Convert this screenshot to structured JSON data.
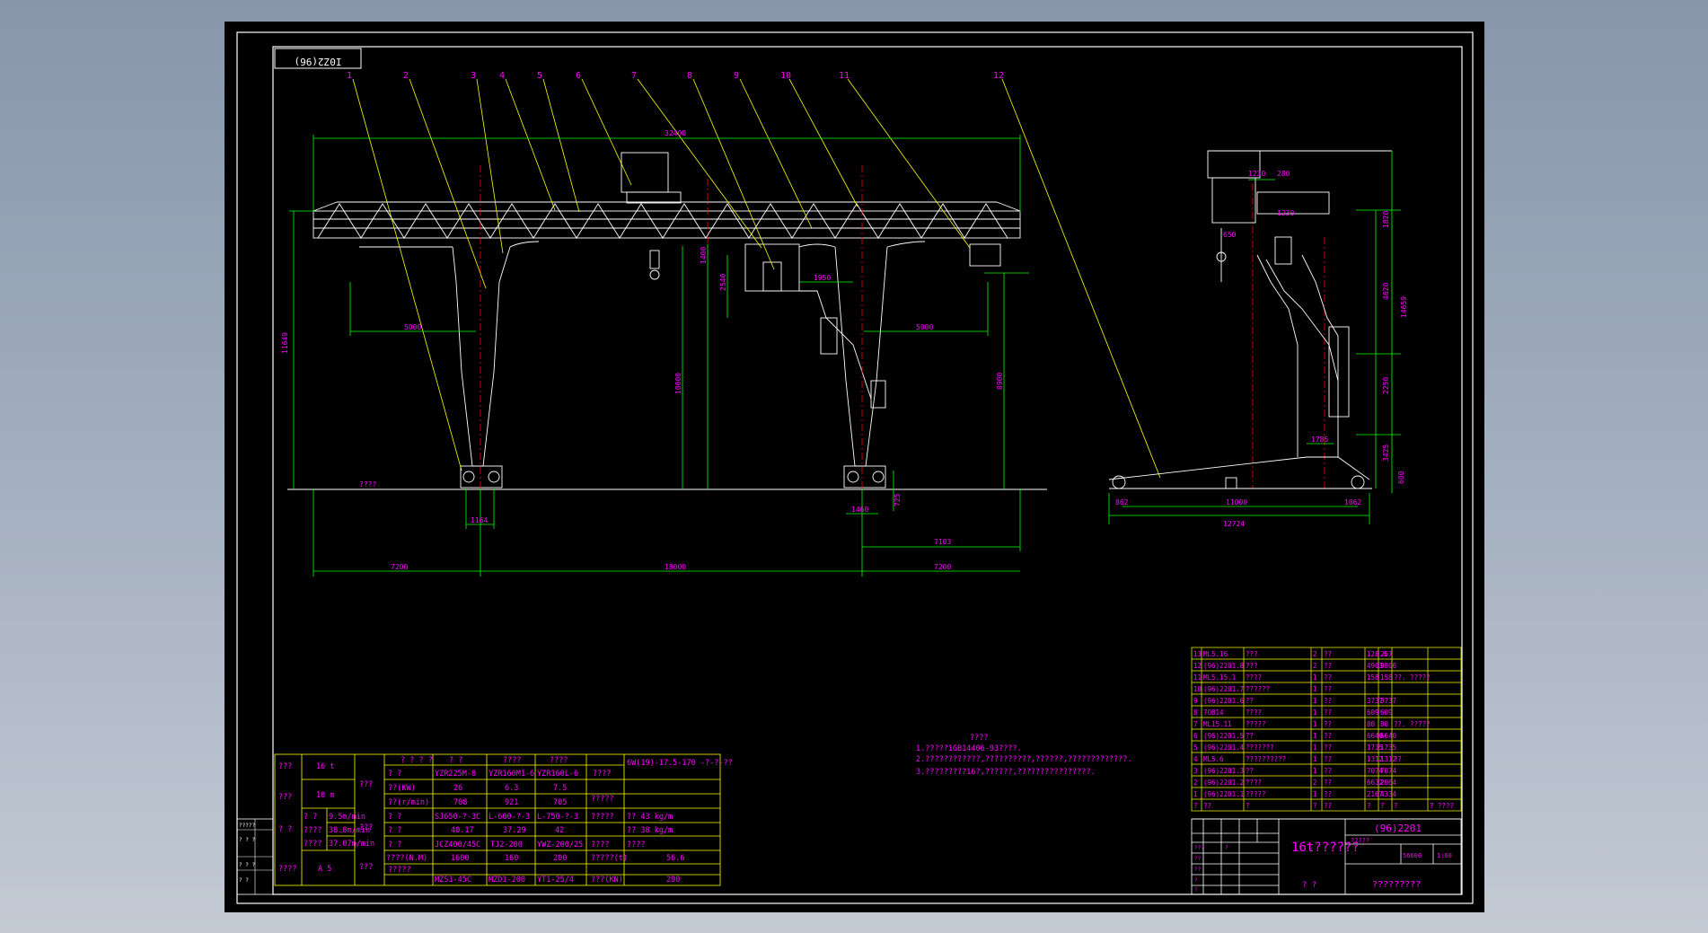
{
  "colors": {
    "background_gradient_top": "#8796ab",
    "background_gradient_bottom": "#c3cad4",
    "sheet": "#000000",
    "outline": "#ffffff",
    "dimension": "#00ff00",
    "leader": "#ffff00",
    "centerline": "#ff0000",
    "text": "#ff00ff",
    "table_line": "#ffff00"
  },
  "drawing_number_stamp": "I0Z2(96)",
  "balloons": [
    "1",
    "2",
    "3",
    "4",
    "5",
    "6",
    "7",
    "8",
    "9",
    "10",
    "11",
    "12"
  ],
  "dimensions": {
    "span_total": "32400",
    "left_height": "11649",
    "crab_width": "1400",
    "cab_height": "2540",
    "cab_width": "1950",
    "lift_height": "10000",
    "right_height": "8900",
    "left_cantilever_hook": "5000",
    "right_cantilever_hook": "5000",
    "left_wheel": "1164",
    "right_wheel": "1460",
    "right_wheel_small": "725",
    "right_leg_dim": "7103",
    "left_overhang": "7200",
    "main_span": "18000",
    "right_overhang": "7200",
    "ground_label": "????",
    "side_top_width": "1230",
    "side_top_small": "280",
    "side_trolley_h": "1230",
    "side_hook_label": "650",
    "side_top_height": "1820",
    "side_mid_height": "4620",
    "side_total_height": "14659",
    "side_lower_height": "2250",
    "side_foot_height": "3425",
    "side_foot_small": "600",
    "side_leg_dim": "1785",
    "side_left_small": "862",
    "side_base": "11000",
    "side_right_small": "1062",
    "side_overall": "12724"
  },
  "notes": {
    "heading": "????",
    "line1": "1.?????1GB14406-93????.",
    "line2": "2.????????????,??????????,??????,?????????????.",
    "line3": "3.?????????16?,??????,????????????????."
  },
  "parts_list": [
    {
      "no": "13",
      "code": "ML5.16",
      "name": "???",
      "qty": "2",
      "mat": "??",
      "w1": "128.4",
      "w2": "257",
      "note": ""
    },
    {
      "no": "12",
      "code": "(96)2201.8",
      "name": "???",
      "qty": "2",
      "mat": "??",
      "w1": "4903",
      "w2": "9806",
      "note": ""
    },
    {
      "no": "11",
      "code": "ML5.15.1",
      "name": "????",
      "qty": "1",
      "mat": "??",
      "w1": "158",
      "w2": "158",
      "note": "??. ?????"
    },
    {
      "no": "10",
      "code": "(96)2201.7",
      "name": "??????",
      "qty": "1",
      "mat": "??",
      "w1": "",
      "w2": "",
      "note": ""
    },
    {
      "no": "9",
      "code": "(96)2201.6",
      "name": "??",
      "qty": "1",
      "mat": "??",
      "w1": "3737",
      "w2": "3737",
      "note": ""
    },
    {
      "no": "8",
      "code": "7OB14",
      "name": "????",
      "qty": "1",
      "mat": "??",
      "w1": "609",
      "w2": "609",
      "note": ""
    },
    {
      "no": "7",
      "code": "ML15.11",
      "name": "?????",
      "qty": "1",
      "mat": "??",
      "w1": "80",
      "w2": "80",
      "note": "??. ?????"
    },
    {
      "no": "6",
      "code": "(96)2201.5",
      "name": "??",
      "qty": "1",
      "mat": "??",
      "w1": "6640",
      "w2": "6640",
      "note": ""
    },
    {
      "no": "5",
      "code": "(96)2201.4",
      "name": "???????",
      "qty": "1",
      "mat": "??",
      "w1": "1735",
      "w2": "1735",
      "note": ""
    },
    {
      "no": "4",
      "code": "ML5.6",
      "name": "??????????",
      "qty": "1",
      "mat": "??",
      "w1": "1312",
      "w2": "1312",
      "note": "??"
    },
    {
      "no": "3",
      "code": "(96)2201.3",
      "name": "??",
      "qty": "1",
      "mat": "??",
      "w1": "7074",
      "w2": "7074",
      "note": ""
    },
    {
      "no": "2",
      "code": "(96)2201.2",
      "name": "????",
      "qty": "2",
      "mat": "??",
      "w1": "6632",
      "w2": "2064",
      "note": ""
    },
    {
      "no": "1",
      "code": "(96)2201.1",
      "name": "?????",
      "qty": "1",
      "mat": "??",
      "w1": "2167",
      "w2": "4334",
      "note": ""
    }
  ],
  "parts_header": [
    "?",
    "??",
    "?",
    "?",
    "??",
    "?",
    "?",
    "?",
    "?",
    "? ????"
  ],
  "title_block": {
    "title": "16t??????",
    "drawing_no": "(96)2201",
    "stage_label": "?????",
    "mass": "56600",
    "scale": "1:60",
    "designer": "? ?",
    "company": "?????????",
    "rev_cells": [
      "???",
      "??",
      "??",
      "?",
      "?",
      "?"
    ]
  },
  "spec_table": {
    "headers": [
      "???",
      "? ? ? ?",
      "? ?",
      "????",
      "????"
    ],
    "capacity_label": "???",
    "capacity": "16 t",
    "span_label": "? ?\n????",
    "span": "18 m",
    "lift_label": "???",
    "speed_label": "? ?",
    "speed1_label": "? ?",
    "speed1": "9.5m/min",
    "speed2_label": "????",
    "speed2": "38.8m/min",
    "speed3_label": "????",
    "speed3": "37.07m/min",
    "duty_label": "????",
    "duty": "A 5",
    "row_labels": [
      "? ?",
      "??(KW)",
      "??(r/min)",
      "? ?",
      "? ?",
      "? ?",
      "????(N.M)",
      "?????"
    ],
    "group_labels": [
      "???",
      "???",
      "???"
    ],
    "col1": [
      "? ?",
      "YZR225M-8",
      "26",
      "708",
      "SJ650-?-3C",
      "40.17",
      "JCZ400/45C",
      "1600",
      "MZS1-45C"
    ],
    "col2": [
      "????",
      "YZR160M1-6",
      "6.3",
      "921",
      "L-600-?-3",
      "37.29",
      "TJ2-200",
      "160",
      "MZD1-200"
    ],
    "col3": [
      "????",
      "YZR160L-6",
      "7.5",
      "705",
      "L-750-?-3",
      "42",
      "YWZ-200/25",
      "200",
      "YT1-25/4"
    ],
    "right_labels": [
      "????",
      "?????",
      "?????",
      "?? 43 kg/m",
      "?? 38 kg/m",
      "????",
      "?????(t)",
      "???(KN)"
    ],
    "right_values": [
      "6W(19)-17.5-170\n-?-?-??",
      "",
      "",
      "",
      "",
      "",
      "56.6",
      "290"
    ],
    "side_stamp": [
      "?????",
      "? ? ?",
      "? ? ?",
      "? ?"
    ]
  }
}
